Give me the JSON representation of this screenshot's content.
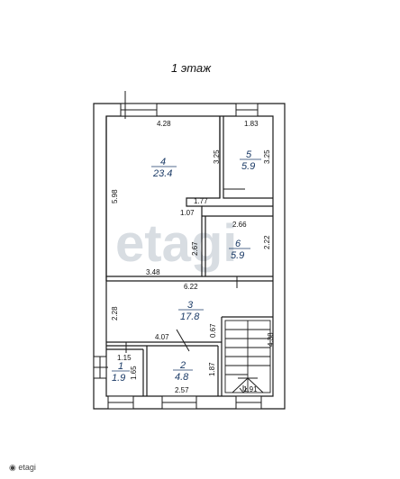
{
  "floor_title": "1 этаж",
  "watermark": "etagi",
  "bottom_mark": "◉ etagi",
  "rooms": [
    {
      "number": "1",
      "area": "1.9"
    },
    {
      "number": "2",
      "area": "4.8"
    },
    {
      "number": "3",
      "area": "17.8"
    },
    {
      "number": "4",
      "area": "23.4"
    },
    {
      "number": "5",
      "area": "5.9"
    },
    {
      "number": "6",
      "area": "5.9"
    }
  ],
  "dimensions": {
    "r4_width": "4.28",
    "r4_left_height": "5.98",
    "r4_right_height": "3.25",
    "r4_notch": "1.77",
    "r4_notch_small": "1.07",
    "r4_bottom": "3.48",
    "r4_inner_height": "2.67",
    "r5_width": "1.83",
    "r5_height": "3.25",
    "r6_width": "2.66",
    "r6_height": "2.22",
    "r3_width": "6.22",
    "r3_height": "2.28",
    "r3_right_small": "0.67",
    "r2_top": "4.07",
    "r2_bottom": "2.57",
    "r2_height": "1.87",
    "r1_top": "1.15",
    "r1_height": "1.65",
    "stairs_height": "4.38",
    "stairs_bottom": "1.91"
  },
  "colors": {
    "wall": "#1a1a1a",
    "room_label": "#1a3a66",
    "watermark": "#d8dde2"
  }
}
